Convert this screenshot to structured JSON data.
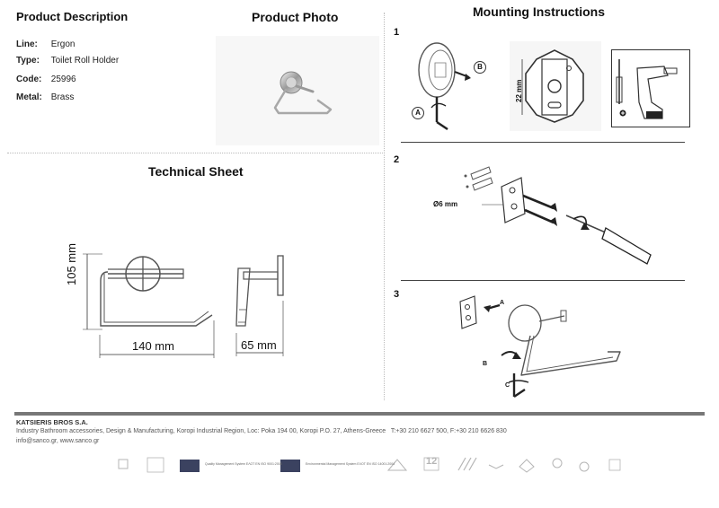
{
  "product_description": {
    "title": "Product Description",
    "specs": [
      {
        "label": "Line:",
        "value": "Ergon"
      },
      {
        "label": "Type:",
        "value": "Toilet Roll Holder"
      },
      {
        "label": "Code:",
        "value": "25996"
      },
      {
        "label": "Metal:",
        "value": "Brass"
      }
    ]
  },
  "product_photo": {
    "title": "Product Photo"
  },
  "technical_sheet": {
    "title": "Technical Sheet",
    "dim_height": "105 mm",
    "dim_width": "140 mm",
    "dim_depth": "65 mm"
  },
  "mounting": {
    "title": "Mounting Instructions",
    "steps": [
      "1",
      "2",
      "3"
    ],
    "step1": {
      "label_a": "A",
      "label_b": "B",
      "dim": "22 mm"
    },
    "step2": {
      "dim": "Ø6 mm"
    },
    "step3": {
      "label_a": "A",
      "label_b": "B",
      "label_c": "C"
    }
  },
  "footer": {
    "company": "KATSIERIS BROS S.A.",
    "address": "Industry Bathroom accessories, Design & Manufacturing, Koropi Industrial Region, Loc: Poka 194 00, Koropi P.O. 27, Athens-Greece",
    "phone": "T:+30 210 6627 500, F:+30 210 6626 830",
    "web": "info@sanco.gr, www.sanco.gr",
    "cert1": "Quality Management System ΕΛΟΤ EN ISO 9001:2008",
    "cert2": "Environmental Management System ΕΛΟΤ EN ISO 14001:2004",
    "years": "12"
  }
}
